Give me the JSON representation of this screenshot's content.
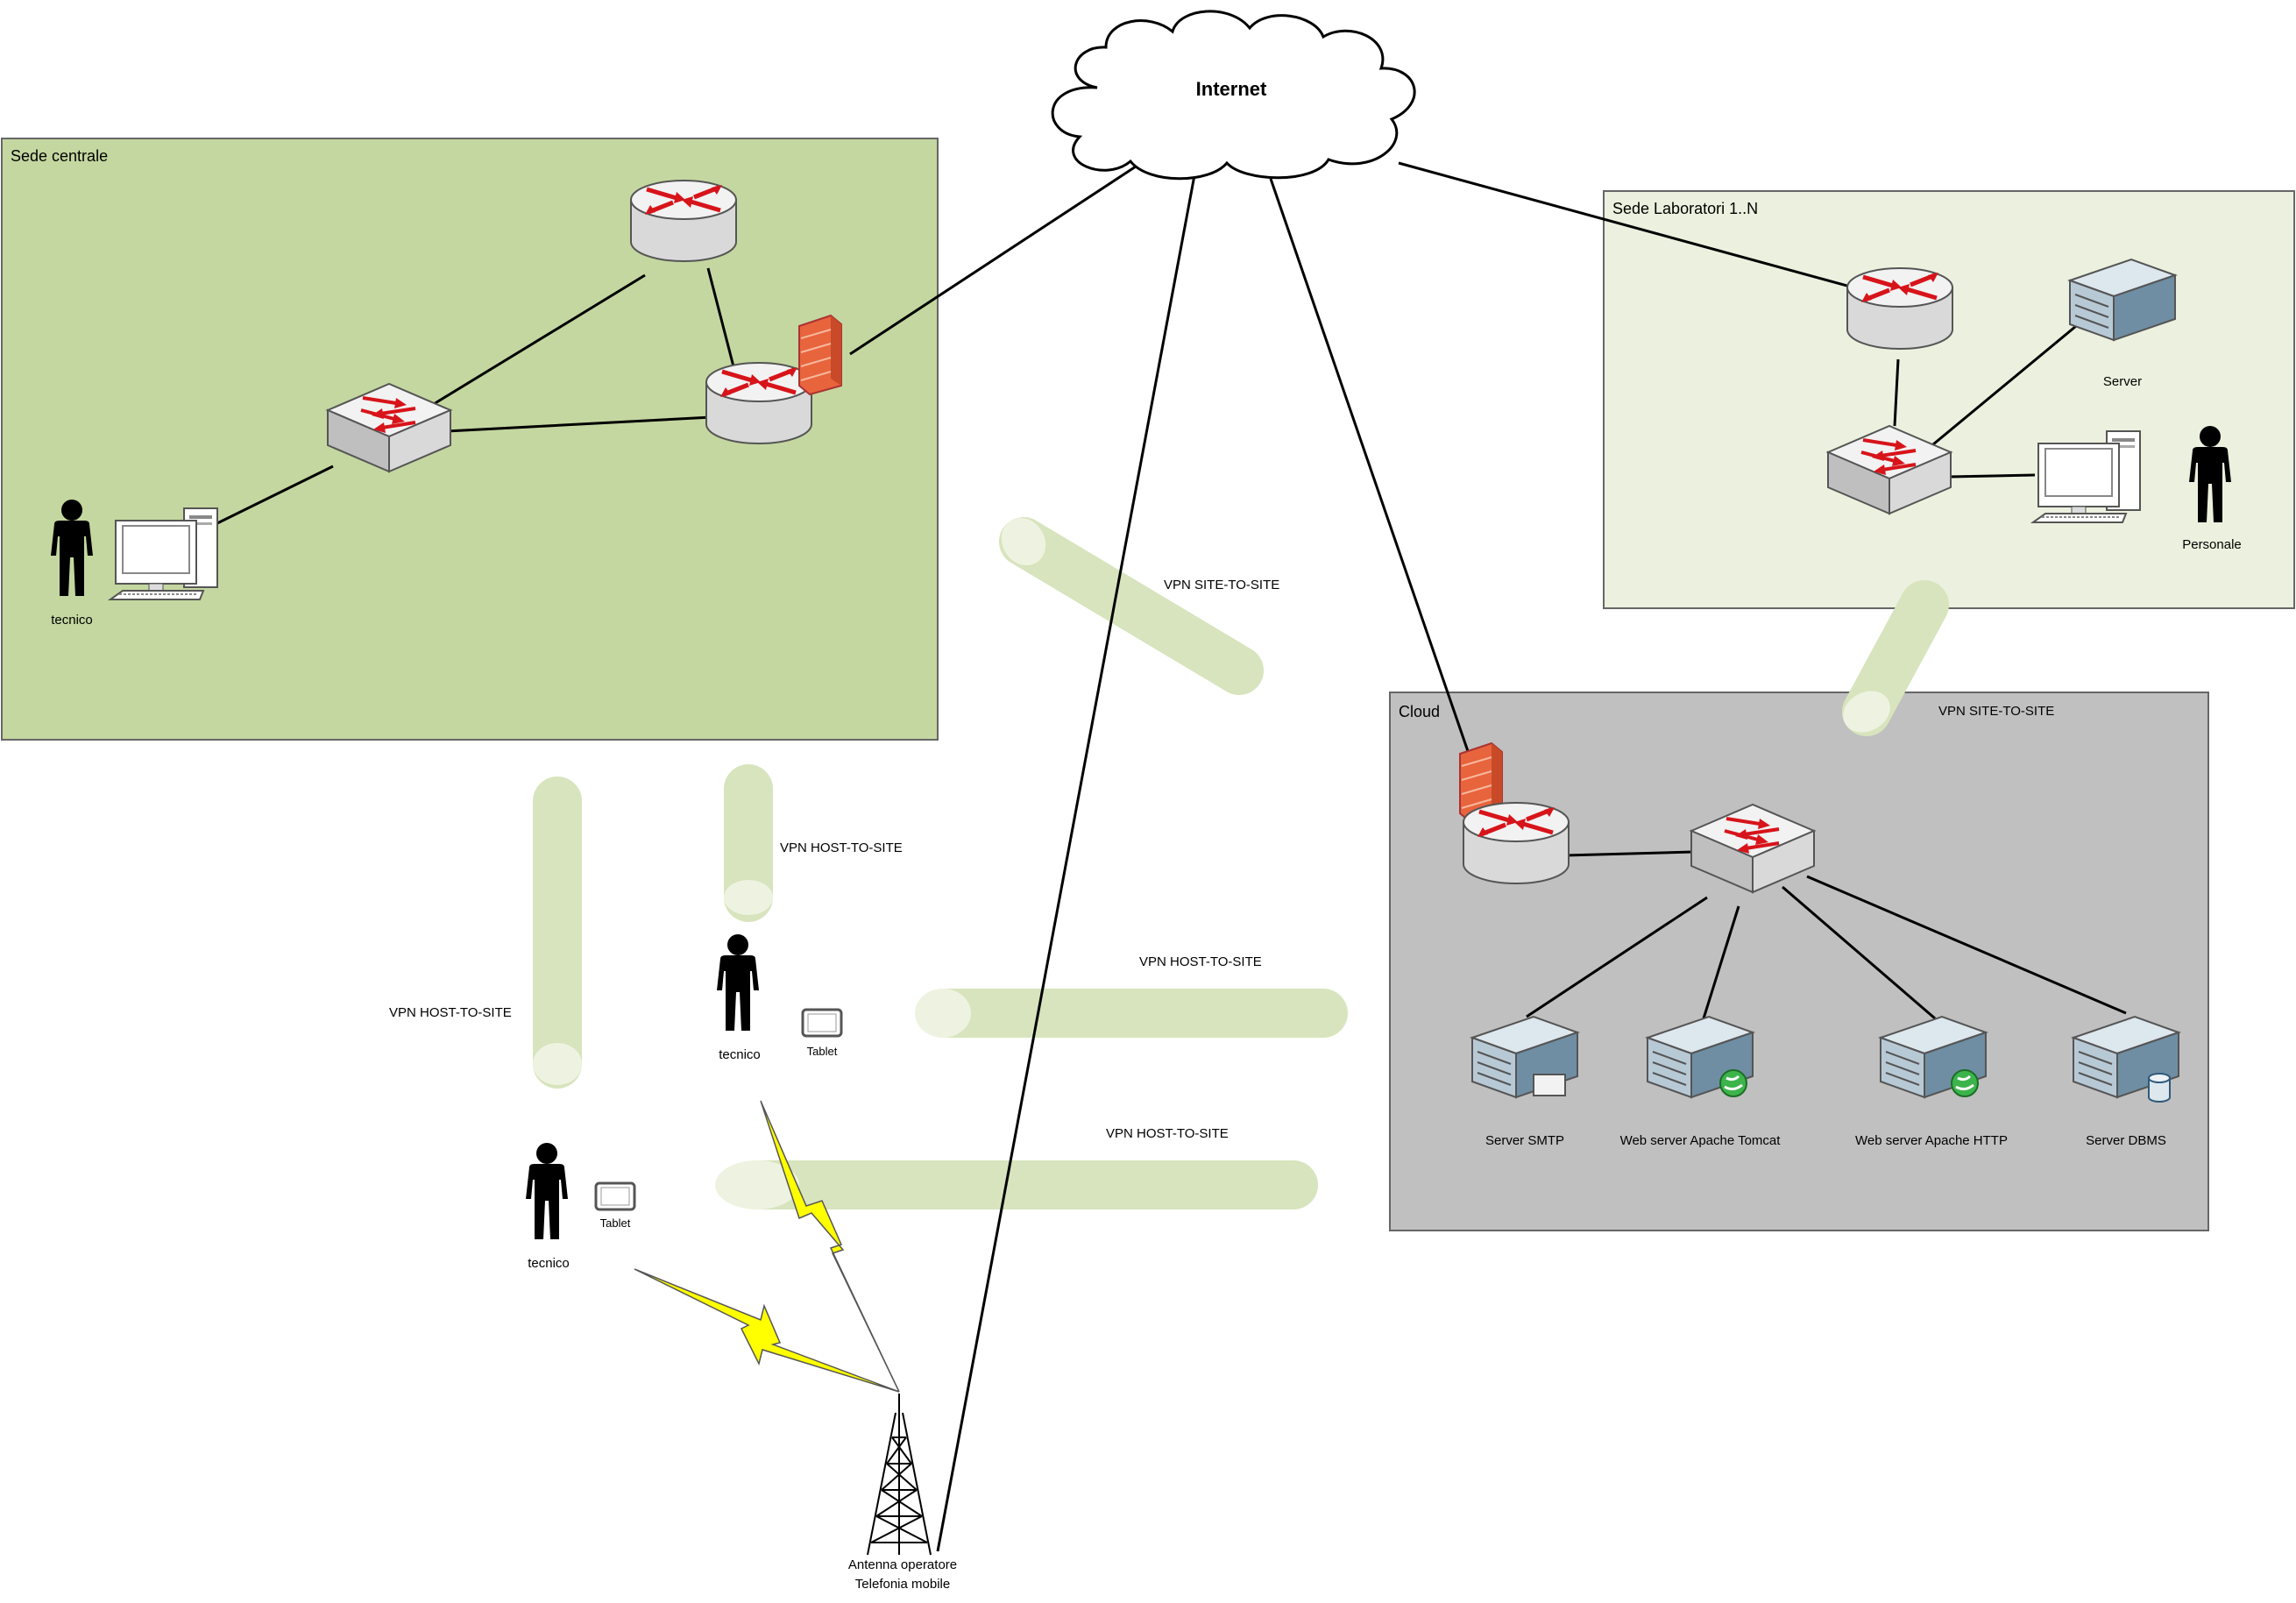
{
  "internet": {
    "label": "Internet"
  },
  "zones": {
    "sede_centrale": {
      "label": "Sede centrale",
      "fill": "#c4d7a0"
    },
    "sede_laboratori": {
      "label": "Sede Laboratori 1..N",
      "fill": "#ebf1de"
    },
    "cloud": {
      "label": "Cloud",
      "fill": "#c0c0c0"
    }
  },
  "people": {
    "tecnico_centrale": "tecnico",
    "personale": "Personale",
    "tecnico_mobile_1": "tecnico",
    "tecnico_mobile_2": "tecnico"
  },
  "devices": {
    "server_lab": "Server",
    "tablet_1": "Tablet",
    "tablet_2": "Tablet",
    "server_smtp": "Server SMTP",
    "server_tomcat": "Web server Apache Tomcat",
    "server_http": "Web server Apache HTTP",
    "server_dbms": "Server DBMS"
  },
  "antenna": {
    "line1": "Antenna operatore",
    "line2": "Telefonia mobile"
  },
  "tunnels": {
    "site_to_site_1": "VPN SITE-TO-SITE",
    "site_to_site_2": "VPN SITE-TO-SITE",
    "host_to_site_1": "VPN HOST-TO-SITE",
    "host_to_site_2": "VPN HOST-TO-SITE",
    "host_to_site_3": "VPN HOST-TO-SITE",
    "host_to_site_4": "VPN HOST-TO-SITE"
  },
  "colors": {
    "tunnel": "#d7e4bd",
    "router_arrow": "#d7141a",
    "firewall": "#e8643c",
    "lightning": "#ffff00"
  }
}
